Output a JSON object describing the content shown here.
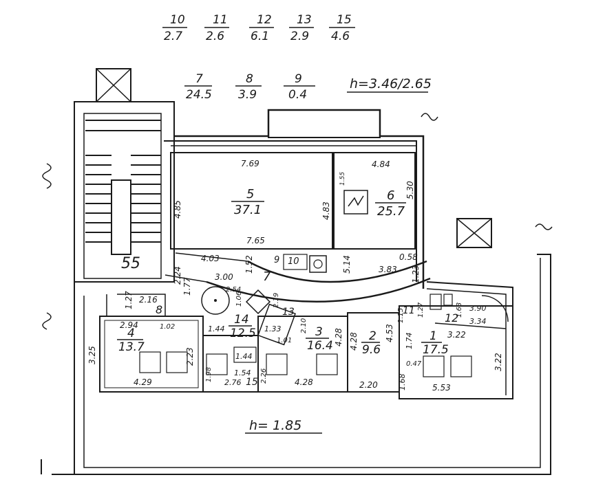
{
  "legend_fractions": [
    {
      "id": "10",
      "value": "2.7"
    },
    {
      "id": "11",
      "value": "2.6"
    },
    {
      "id": "12",
      "value": "6.1"
    },
    {
      "id": "13",
      "value": "2.9"
    },
    {
      "id": "15",
      "value": "4.6"
    },
    {
      "id": "7",
      "value": "24.5"
    },
    {
      "id": "8",
      "value": "3.9"
    },
    {
      "id": "9",
      "value": "0.4"
    }
  ],
  "height_top": "h=3.46/2.65",
  "height_bottom": "h= 1.85",
  "stair_label": "55",
  "rooms": [
    {
      "id": "5",
      "area": "37.1"
    },
    {
      "id": "6",
      "area": "25.7"
    },
    {
      "id": "4",
      "area": "13.7"
    },
    {
      "id": "14",
      "area": "12.5"
    },
    {
      "id": "3",
      "area": "16.4"
    },
    {
      "id": "2",
      "area": "9.6"
    },
    {
      "id": "1",
      "area": "17.5"
    }
  ],
  "room_labels": {
    "r7": "7",
    "r8": "8",
    "r9": "9",
    "r10": "10",
    "r11": "11",
    "r12": "12",
    "r13": "13",
    "r15": "15"
  },
  "dimensions": {
    "d769": "7.69",
    "d484": "4.84",
    "d765": "7.65",
    "d485": "4.85",
    "d483": "4.83",
    "d530": "5.30",
    "d403": "4.03",
    "d152": "1.52",
    "d514": "5.14",
    "d383": "3.83",
    "d058": "0.58",
    "d123": "1.23",
    "d300": "3.00",
    "d254": "2.54",
    "d224": "2.24",
    "d177": "1.77",
    "d127": "1.27",
    "d216": "2.16",
    "d294": "2.94",
    "d102": "1.02",
    "d325": "3.25",
    "d223": "2.23",
    "d429": "4.29",
    "d144a": "1.44",
    "d144b": "1.44",
    "d154": "1.54",
    "d198": "1.98",
    "d276": "2.76",
    "d226": "2.26",
    "d428a": "4.28",
    "d428b": "4.28",
    "d428c": "4.28",
    "d220": "2.20",
    "d453": "4.53",
    "d174": "1.74",
    "d168": "1.68",
    "d047": "0.47",
    "d553": "5.53",
    "d322": "3.22",
    "d322b": "3.22",
    "d390": "3.90",
    "d334": "3.34",
    "d163": "1.63",
    "d133": "1.33",
    "d101": "1.01",
    "d210": "2.10",
    "d106": "1.06",
    "d219": "2.19",
    "d115": "1.15",
    "d127b": "1.27",
    "d155": "1.55"
  }
}
